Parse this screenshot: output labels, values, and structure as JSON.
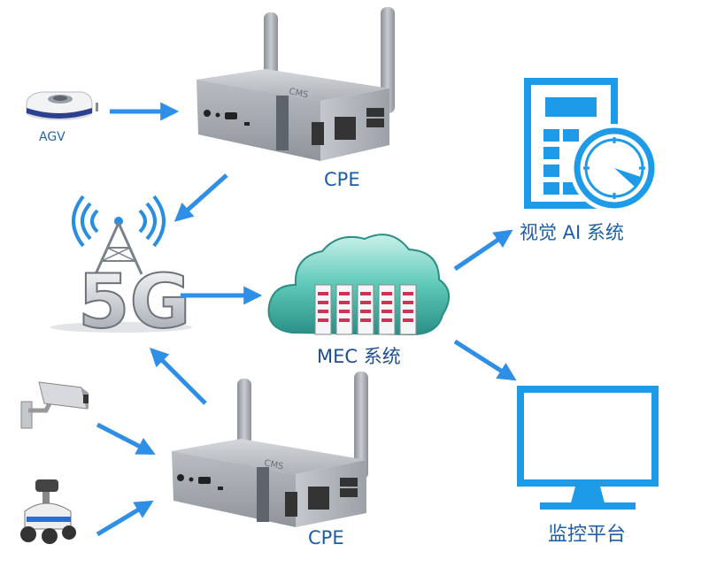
{
  "labels": {
    "agv": "AGV",
    "cpe_top": "CPE",
    "cpe_bottom": "CPE",
    "mec": "MEC 系统",
    "vision_ai": "视觉 AI 系统",
    "monitor": "监控平台",
    "fiveg": "5G"
  },
  "colors": {
    "arrow": "#2f8fe6",
    "label": "#1a5ea8",
    "icon_blue": "#1e9be8",
    "cloud_teal": "#3fb3a6",
    "server_red": "#cc3355",
    "device_silver": "#9ea3aa"
  },
  "icons": {
    "agv": "agv-robot-icon",
    "cpe": "cpe-router-icon",
    "tower": "5g-tower-icon",
    "cloud": "mec-cloud-server-icon",
    "vision": "vision-ai-calculator-gauge-icon",
    "monitor": "monitor-screen-icon",
    "camera": "security-camera-icon",
    "patrol": "patrol-robot-icon"
  },
  "edges": [
    {
      "from": "agv",
      "to": "cpe_top"
    },
    {
      "from": "cpe_top",
      "to": "5g_tower"
    },
    {
      "from": "5g_tower",
      "to": "mec"
    },
    {
      "from": "mec",
      "to": "vision_ai"
    },
    {
      "from": "mec",
      "to": "monitor"
    },
    {
      "from": "cpe_bottom",
      "to": "5g_tower"
    },
    {
      "from": "camera",
      "to": "cpe_bottom"
    },
    {
      "from": "patrol_robot",
      "to": "cpe_bottom"
    }
  ]
}
